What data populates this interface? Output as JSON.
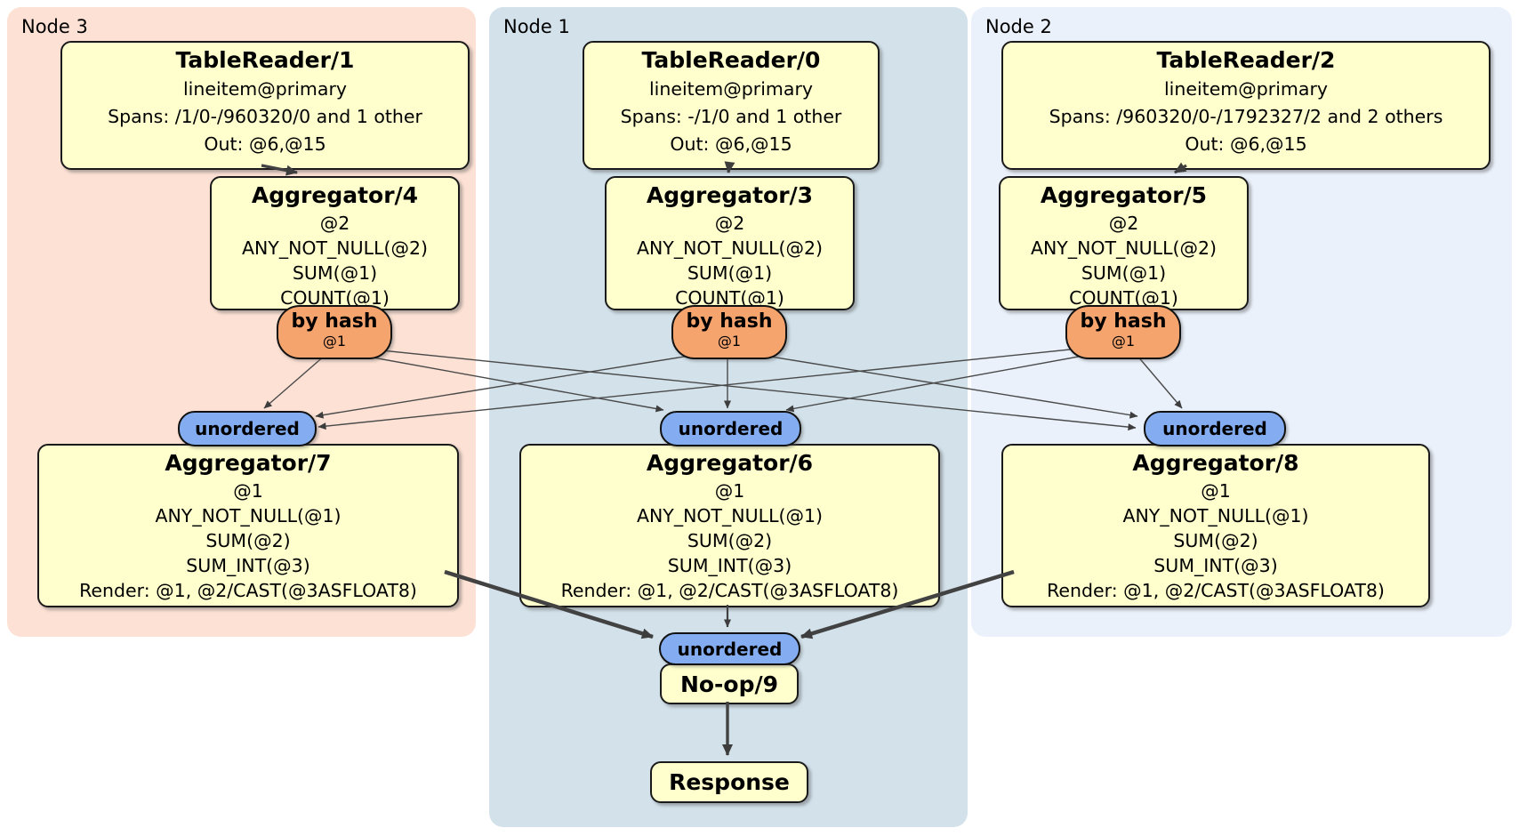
{
  "diagram": {
    "panels": [
      {
        "label": "Node 3"
      },
      {
        "label": "Node 1"
      },
      {
        "label": "Node 2"
      }
    ],
    "router": {
      "label": "by hash",
      "detail": "@1"
    },
    "stream": {
      "label": "unordered"
    },
    "boxes": {
      "tr1": {
        "title": "TableReader/1",
        "lines": [
          "lineitem@primary",
          "Spans: /1/0-/960320/0 and 1 other",
          "Out: @6,@15"
        ]
      },
      "tr0": {
        "title": "TableReader/0",
        "lines": [
          "lineitem@primary",
          "Spans: -/1/0 and 1 other",
          "Out: @6,@15"
        ]
      },
      "tr2": {
        "title": "TableReader/2",
        "lines": [
          "lineitem@primary",
          "Spans: /960320/0-/1792327/2 and 2 others",
          "Out: @6,@15"
        ]
      },
      "agg4": {
        "title": "Aggregator/4",
        "lines": [
          "@2",
          "ANY_NOT_NULL(@2)",
          "SUM(@1)",
          "COUNT(@1)"
        ]
      },
      "agg3": {
        "title": "Aggregator/3",
        "lines": [
          "@2",
          "ANY_NOT_NULL(@2)",
          "SUM(@1)",
          "COUNT(@1)"
        ]
      },
      "agg5": {
        "title": "Aggregator/5",
        "lines": [
          "@2",
          "ANY_NOT_NULL(@2)",
          "SUM(@1)",
          "COUNT(@1)"
        ]
      },
      "agg7": {
        "title": "Aggregator/7",
        "lines": [
          "@1",
          "ANY_NOT_NULL(@1)",
          "SUM(@2)",
          "SUM_INT(@3)",
          "Render: @1, @2/CAST(@3ASFLOAT8)"
        ]
      },
      "agg6": {
        "title": "Aggregator/6",
        "lines": [
          "@1",
          "ANY_NOT_NULL(@1)",
          "SUM(@2)",
          "SUM_INT(@3)",
          "Render: @1, @2/CAST(@3ASFLOAT8)"
        ]
      },
      "agg8": {
        "title": "Aggregator/8",
        "lines": [
          "@1",
          "ANY_NOT_NULL(@1)",
          "SUM(@2)",
          "SUM_INT(@3)",
          "Render: @1, @2/CAST(@3ASFLOAT8)"
        ]
      },
      "noop": {
        "title": "No-op/9"
      },
      "response": {
        "title": "Response"
      }
    },
    "colors": {
      "panel_node3": "#fce1d4",
      "panel_node1": "#d2e1ea",
      "panel_node2": "#eaf1fb",
      "box_fill": "#ffffcd",
      "router_fill": "#f6a46e",
      "stream_fill": "#83adf0",
      "edge": "#424242"
    }
  }
}
